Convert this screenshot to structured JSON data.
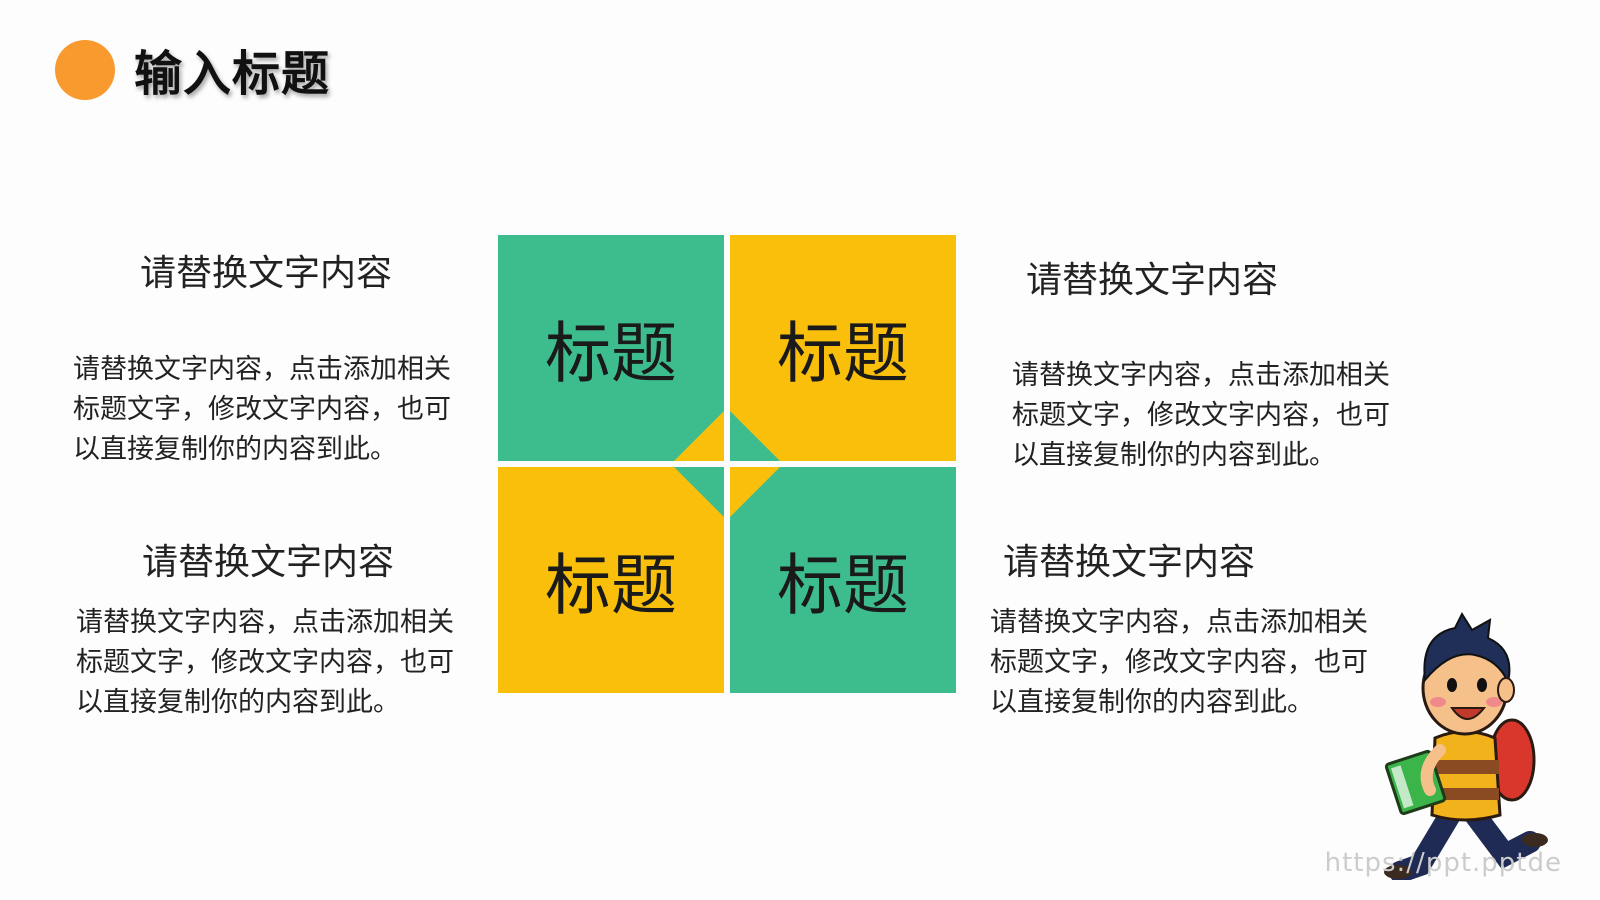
{
  "header": {
    "title": "输入标题"
  },
  "blocks": {
    "top_left": {
      "heading": "请替换文字内容",
      "lines": [
        "请替换文字内容，点击添加相关",
        "标题文字，修改文字内容，也可",
        "以直接复制你的内容到此。"
      ]
    },
    "bottom_left": {
      "heading": "请替换文字内容",
      "lines": [
        "请替换文字内容，点击添加相关",
        "标题文字，修改文字内容，也可",
        "以直接复制你的内容到此。"
      ]
    },
    "top_right": {
      "heading": "请替换文字内容",
      "lines": [
        "请替换文字内容，点击添加相关",
        "标题文字，修改文字内容，也可",
        "以直接复制你的内容到此。"
      ]
    },
    "bottom_right": {
      "heading": "请替换文字内容",
      "lines": [
        "请替换文字内容，点击添加相关",
        "标题文字，修改文字内容，也可",
        "以直接复制你的内容到此。"
      ]
    }
  },
  "tiles": {
    "top_left": "标题",
    "top_right": "标题",
    "bottom_left": "标题",
    "bottom_right": "标题"
  },
  "colors": {
    "accent": "#f89a2e",
    "green": "#3dbd8e",
    "yellow": "#f9bf0a"
  },
  "watermark": "https://ppt.pptde"
}
